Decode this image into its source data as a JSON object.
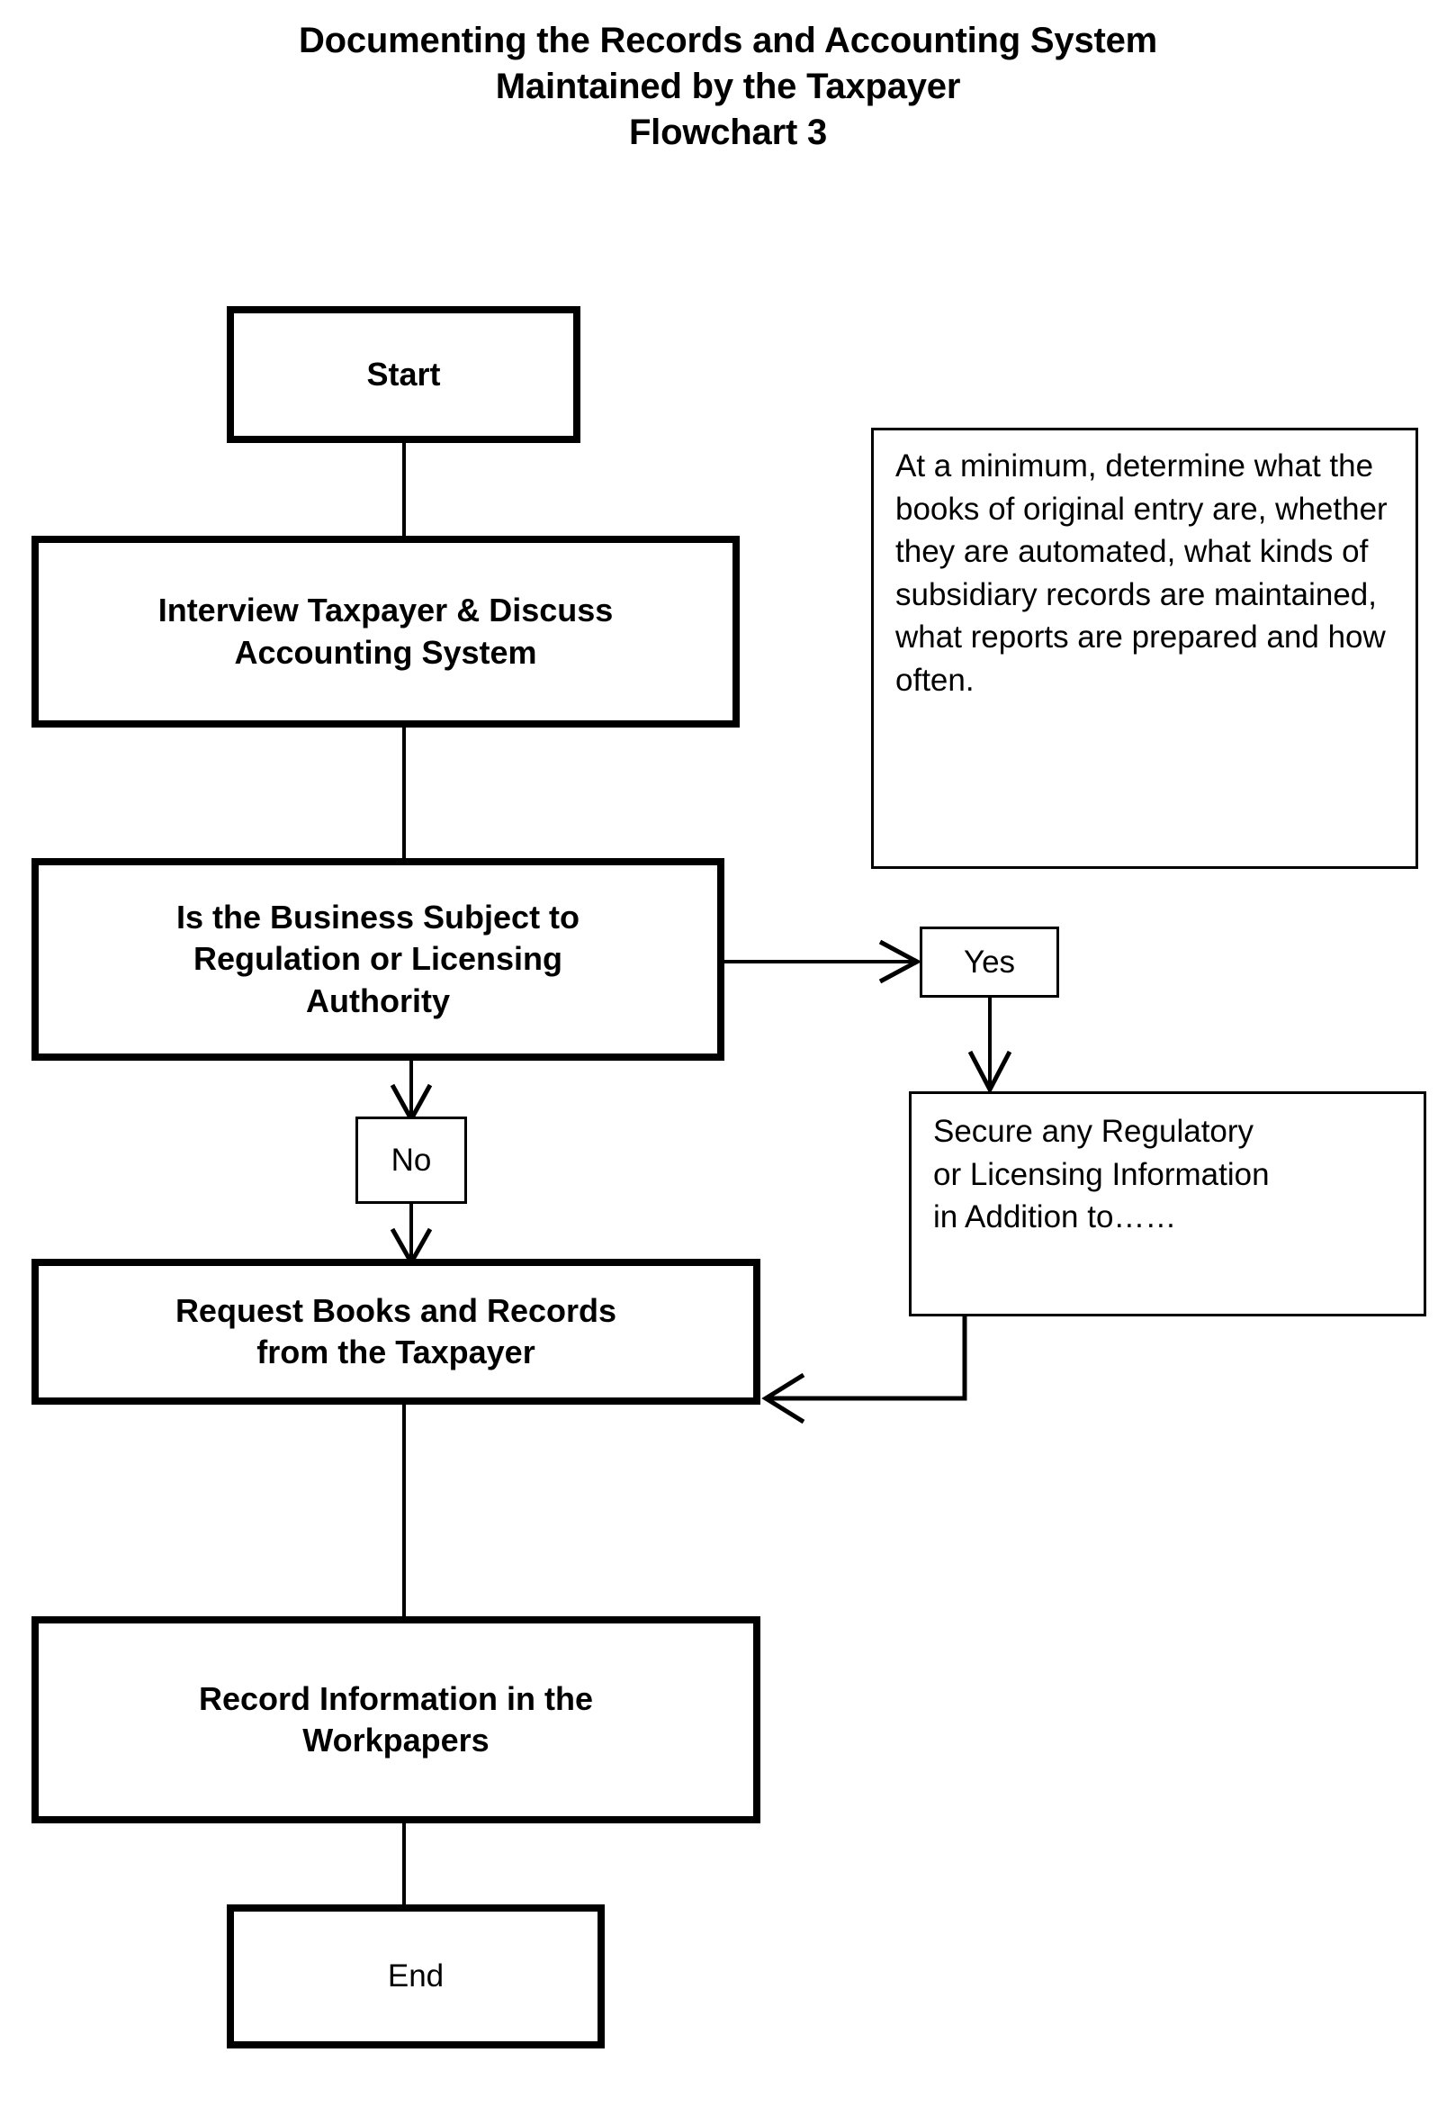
{
  "title": {
    "line1": "Documenting the Records and Accounting System",
    "line2": "Maintained by the Taxpayer",
    "line3": "Flowchart 3"
  },
  "nodes": {
    "start": {
      "label": "Start",
      "shape": "process",
      "border": "thick",
      "bold": true
    },
    "interview": {
      "label": "Interview Taxpayer & Discuss\nAccounting System",
      "shape": "process",
      "border": "thick",
      "bold": true
    },
    "decision": {
      "label": "Is the Business Subject to\nRegulation or Licensing\nAuthority",
      "shape": "decision",
      "border": "thick",
      "bold": true
    },
    "yes": {
      "label": "Yes",
      "shape": "branch-label",
      "border": "thin",
      "bold": false
    },
    "no": {
      "label": "No",
      "shape": "branch-label",
      "border": "thin",
      "bold": false
    },
    "secure": {
      "label": "Secure any Regulatory\nor Licensing Information\nin Addition to……",
      "shape": "process",
      "border": "thin",
      "bold": false
    },
    "note": {
      "label": "At a minimum, determine what the books of original entry are, whether they are automated, what kinds of subsidiary records are maintained, what reports are prepared and how often.",
      "shape": "note",
      "border": "thin",
      "bold": false
    },
    "request": {
      "label": "Request Books and Records\nfrom the Taxpayer",
      "shape": "process",
      "border": "thick",
      "bold": true
    },
    "record": {
      "label": "Record Information in the\nWorkpapers",
      "shape": "process",
      "border": "thick",
      "bold": true
    },
    "end": {
      "label": "End",
      "shape": "process",
      "border": "thick",
      "bold": false
    }
  },
  "edges": [
    {
      "from": "start",
      "to": "interview",
      "label": "",
      "arrow": false
    },
    {
      "from": "interview",
      "to": "decision",
      "label": "",
      "arrow": false
    },
    {
      "from": "decision",
      "to": "yes",
      "label": "Yes",
      "arrow": true
    },
    {
      "from": "yes",
      "to": "secure",
      "label": "",
      "arrow": true
    },
    {
      "from": "decision",
      "to": "no",
      "label": "No",
      "arrow": true
    },
    {
      "from": "no",
      "to": "request",
      "label": "",
      "arrow": true
    },
    {
      "from": "secure",
      "to": "request",
      "label": "",
      "arrow": true
    },
    {
      "from": "request",
      "to": "record",
      "label": "",
      "arrow": false
    },
    {
      "from": "record",
      "to": "end",
      "label": "",
      "arrow": false
    }
  ],
  "colors": {
    "stroke": "#000000",
    "background": "#ffffff",
    "text": "#000000"
  }
}
